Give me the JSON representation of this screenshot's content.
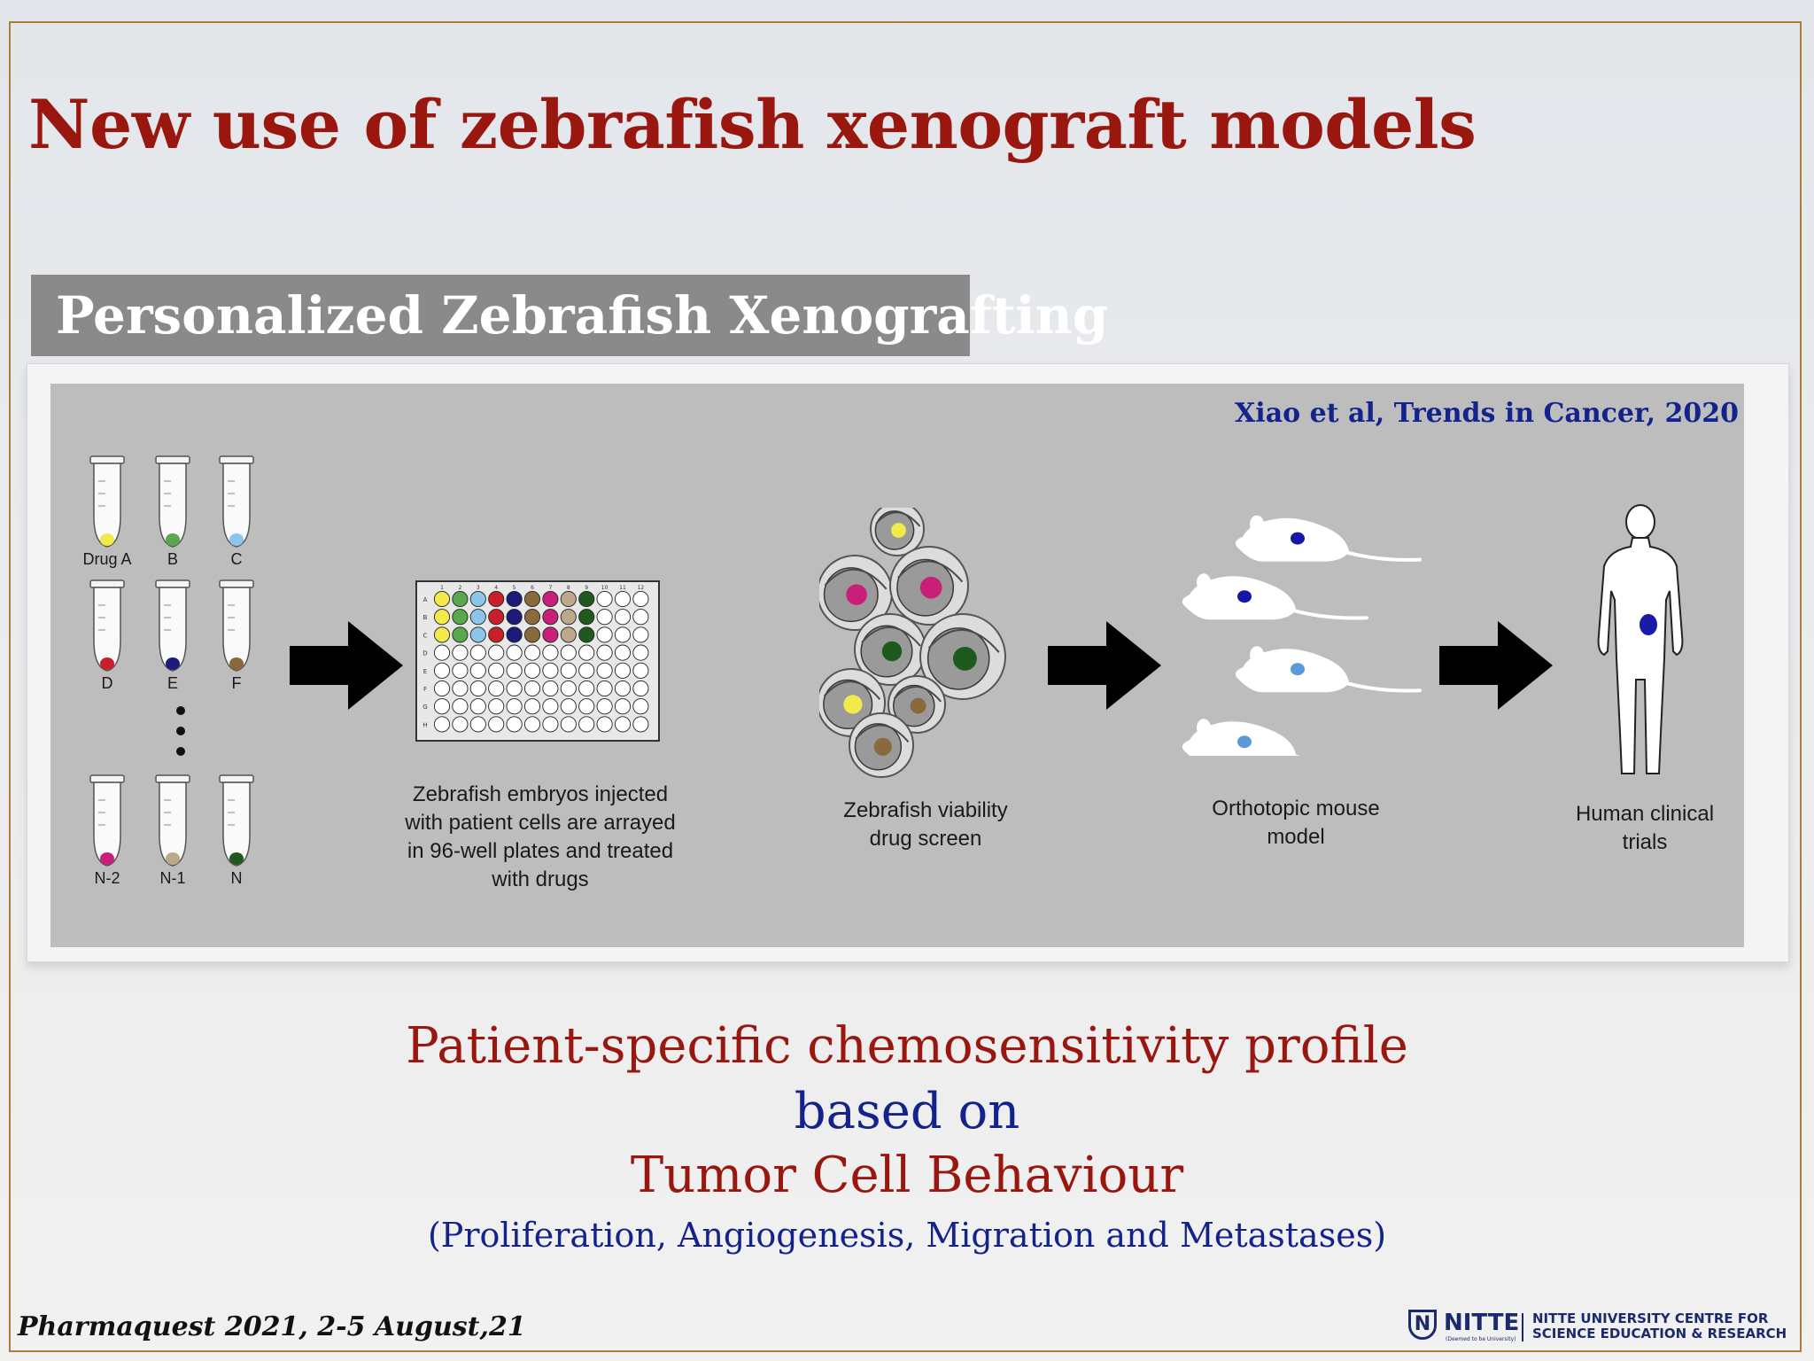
{
  "slide": {
    "title": "New use of zebrafish xenograft models",
    "subtitle": "Personalized Zebrafish Xenografting",
    "citation": "Xiao et al, Trends in Cancer, 2020"
  },
  "figure": {
    "tubes": [
      {
        "label": "Drug A",
        "color": "#f2e94a"
      },
      {
        "label": "B",
        "color": "#5aa84e"
      },
      {
        "label": "C",
        "color": "#8cc4ea"
      },
      {
        "label": "D",
        "color": "#c8202a"
      },
      {
        "label": "E",
        "color": "#1c1a7a"
      },
      {
        "label": "F",
        "color": "#8a6a3c"
      },
      {
        "label": "N-2",
        "color": "#c8207a"
      },
      {
        "label": "N-1",
        "color": "#bca98a"
      },
      {
        "label": "N",
        "color": "#1e5a1e"
      }
    ],
    "plate_row_labels": [
      "A",
      "B",
      "C",
      "D",
      "E",
      "F",
      "G",
      "H"
    ],
    "plate_col_labels": [
      "1",
      "2",
      "3",
      "4",
      "5",
      "6",
      "7",
      "8",
      "9",
      "10",
      "11",
      "12"
    ],
    "plate_filled_colors": [
      "#f2e94a",
      "#5aa84e",
      "#8cc4ea",
      "#c8202a",
      "#1c1a7a",
      "#8a6a3c",
      "#c8207a",
      "#bca98a",
      "#1e5a1e"
    ],
    "captions": {
      "plate": [
        "Zebrafish embryos injected",
        "with patient cells are arrayed",
        "in 96-well plates and treated",
        "with drugs"
      ],
      "embryos": [
        "Zebrafish viability",
        "drug screen"
      ],
      "mouse": [
        "Orthotopic mouse",
        "model"
      ],
      "human": [
        "Human clinical",
        "trials"
      ]
    },
    "mouse_spot_colors": [
      "#1616a8",
      "#1616a8",
      "#5a9ad8",
      "#5a9ad8"
    ],
    "human_spot_color": "#1a1aa8"
  },
  "bottom": {
    "line1": "Patient-specific chemosensitivity profile",
    "line2": "based on",
    "line3": "Tumor Cell Behaviour",
    "line4": "(Proliferation, Angiogenesis, Migration and Metastases)"
  },
  "footer": {
    "event": "Pharmaquest 2021, 2-5 August,21",
    "logo_mark": "N",
    "logo_brand": "NITTE",
    "logo_tagline": "(Deemed to be University)",
    "institution_line1": "NITTE UNIVERSITY CENTRE FOR",
    "institution_line2": "SCIENCE EDUCATION & RESEARCH"
  }
}
